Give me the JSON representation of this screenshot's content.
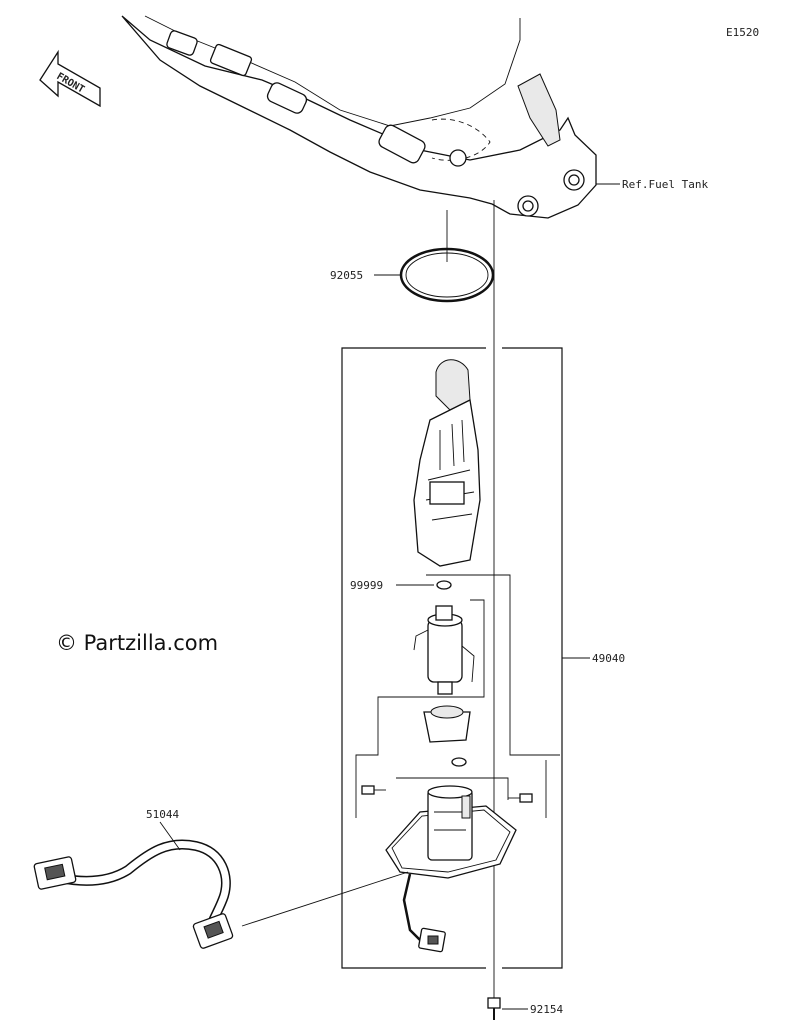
{
  "diagram_code": "E1520",
  "front_arrow_text": "FRONT",
  "ref_label": "Ref.Fuel Tank",
  "watermark": "© Partzilla.com",
  "parts": [
    {
      "number": "92055"
    },
    {
      "number": "99999"
    },
    {
      "number": "49040"
    },
    {
      "number": "51044"
    },
    {
      "number": "92154"
    }
  ]
}
